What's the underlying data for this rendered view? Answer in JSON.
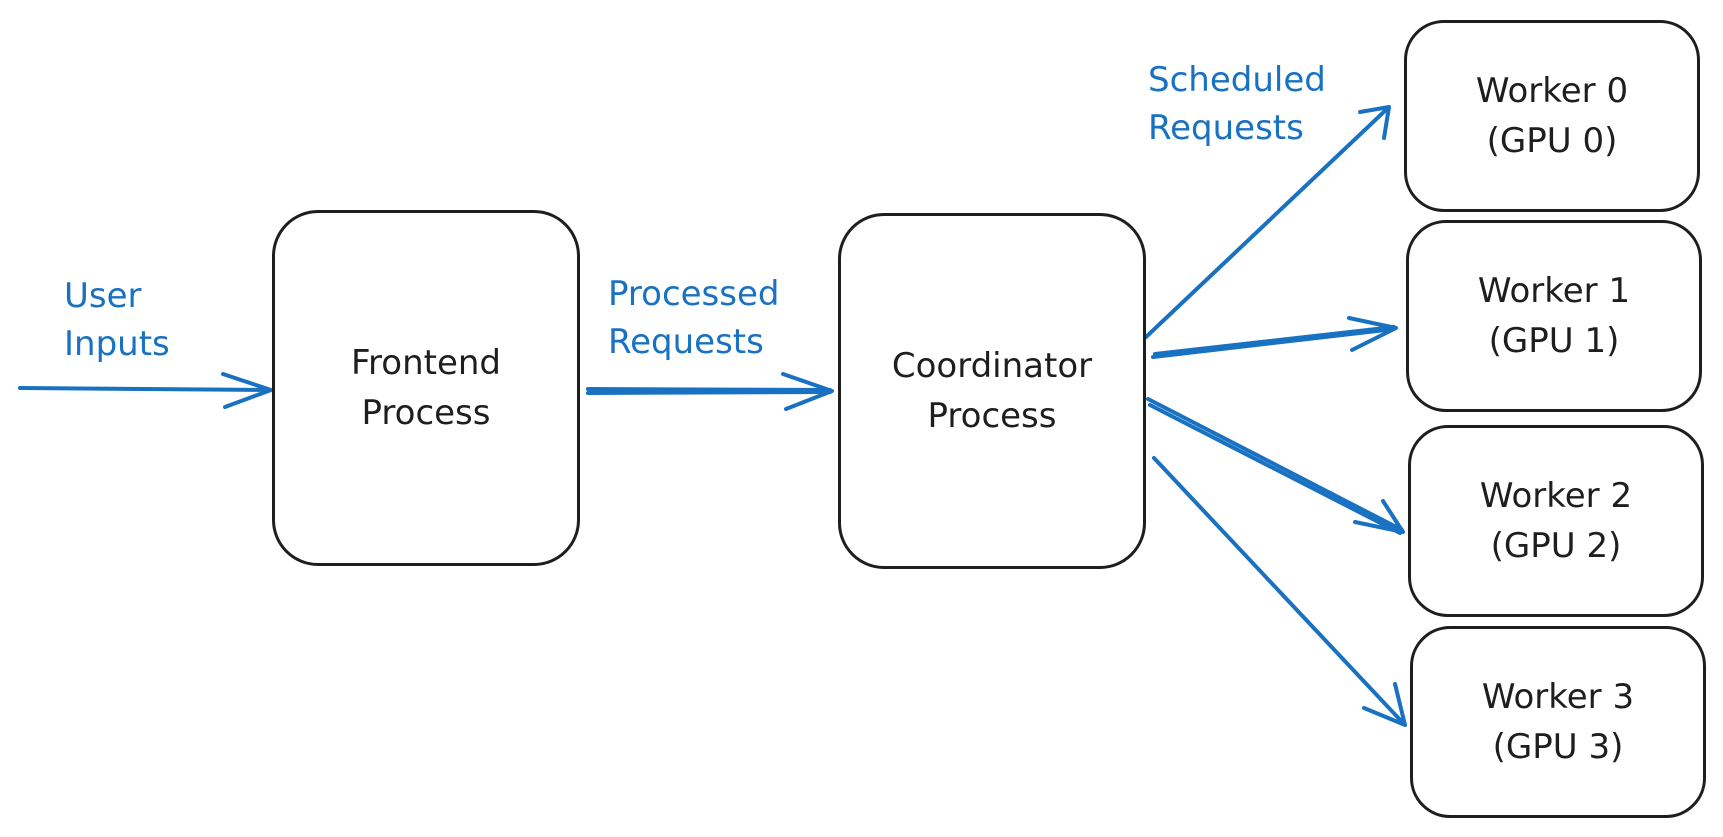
{
  "colors": {
    "node_stroke": "#1e1e1e",
    "edge": "#1971c2",
    "background": "#ffffff"
  },
  "nodes": {
    "frontend": {
      "line1": "Frontend",
      "line2": "Process"
    },
    "coordinator": {
      "line1": "Coordinator",
      "line2": "Process"
    },
    "workers": [
      {
        "line1": "Worker 0",
        "line2": "(GPU 0)"
      },
      {
        "line1": "Worker 1",
        "line2": "(GPU 1)"
      },
      {
        "line1": "Worker 2",
        "line2": "(GPU 2)"
      },
      {
        "line1": "Worker 3",
        "line2": "(GPU 3)"
      }
    ]
  },
  "edge_labels": {
    "user_inputs": {
      "line1": "User",
      "line2": "Inputs"
    },
    "processed_requests": {
      "line1": "Processed",
      "line2": "Requests"
    },
    "scheduled_requests": {
      "line1": "Scheduled",
      "line2": "Requests"
    }
  },
  "edges": [
    {
      "from": "user",
      "to": "frontend"
    },
    {
      "from": "frontend",
      "to": "coordinator"
    },
    {
      "from": "coordinator",
      "to": "worker-0"
    },
    {
      "from": "coordinator",
      "to": "worker-1"
    },
    {
      "from": "coordinator",
      "to": "worker-2"
    },
    {
      "from": "coordinator",
      "to": "worker-3"
    }
  ]
}
